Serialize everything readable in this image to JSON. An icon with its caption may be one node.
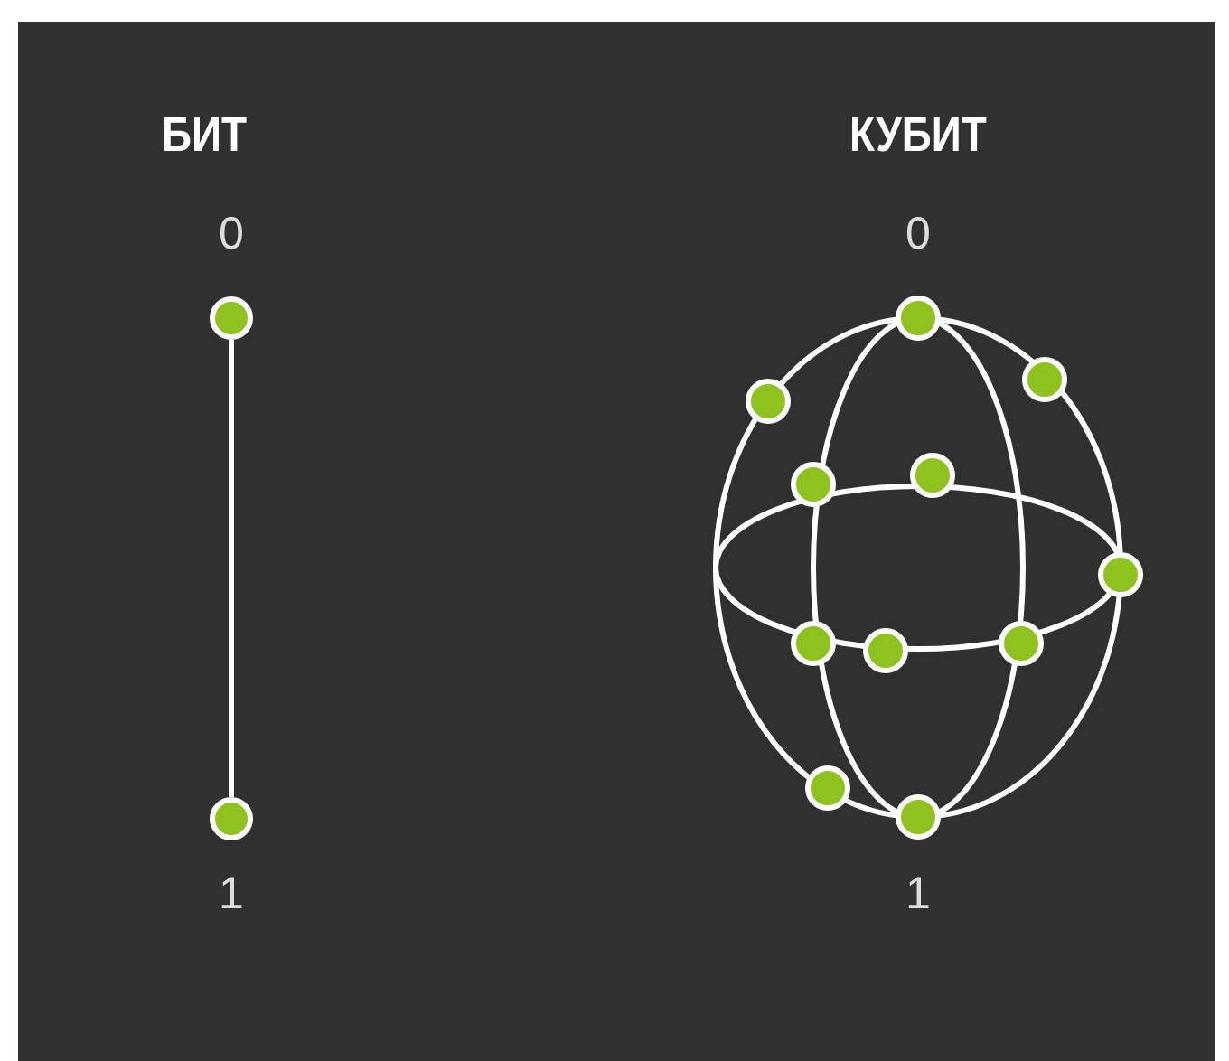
{
  "diagram": {
    "nodes": [
      {
        "text": [],
        "shape": "circle"
      },
      {
        "text": [],
        "shape": "circle"
      }
    ],
    "edges": [
      {
        "from": 0,
        "to": 1,
        "arrow": "none"
      }
    ],
    "labels": [
      "БИТ",
      "КУБИТ",
      "0",
      "0",
      "1",
      "1"
    ]
  }
}
